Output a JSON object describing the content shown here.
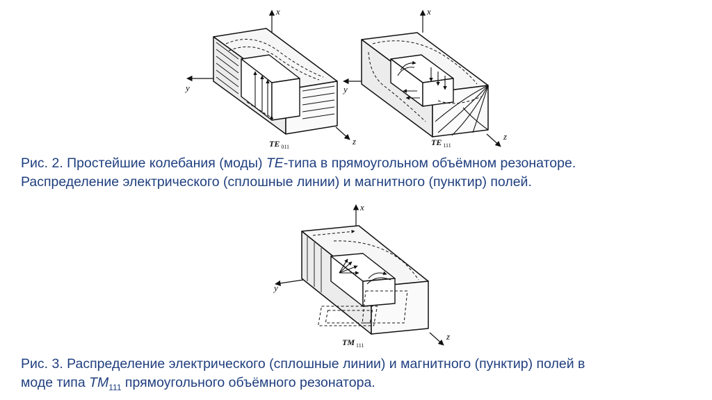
{
  "figure2": {
    "left_axes": {
      "x": "x",
      "y": "y",
      "z": "z"
    },
    "right_axes": {
      "x": "x",
      "y": "y",
      "z": "z"
    },
    "left_mode": {
      "main": "TE",
      "sub": "011"
    },
    "right_mode": {
      "main": "TE",
      "sub": "111"
    },
    "caption": {
      "prefix": "Рис. 2. Простейшие колебания (моды) ",
      "italic": "TE",
      "suffix": "-типа в прямоугольном объёмном резонаторе.",
      "line2": "Распределение электрического (сплошные линии) и магнитного (пунктир) полей."
    }
  },
  "figure3": {
    "axes": {
      "x": "x",
      "y": "y",
      "z": "z"
    },
    "mode": {
      "main": "TM",
      "sub": "111"
    },
    "caption": {
      "line1": "Рис. 3. Распределение электрического (сплошные линии) и магнитного (пунктир) полей в",
      "prefix": "моде типа ",
      "italic": "TM",
      "sub": "111",
      "suffix": " прямоугольного объёмного резонатора."
    }
  }
}
